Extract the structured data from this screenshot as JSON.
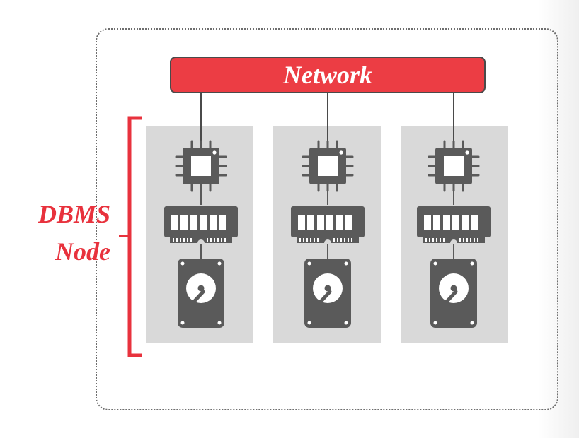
{
  "diagram": {
    "network_label": "Network",
    "side_label_line1": "DBMS",
    "side_label_line2": "Node",
    "node_count": 3,
    "components": [
      "cpu-icon",
      "memory-icon",
      "disk-icon"
    ],
    "colors": {
      "accent": "#ec3d44",
      "bracket": "#e8323d",
      "icon": "#5a5a5a",
      "panel": "#d9d9d9",
      "frame": "#6e6e6e"
    }
  }
}
